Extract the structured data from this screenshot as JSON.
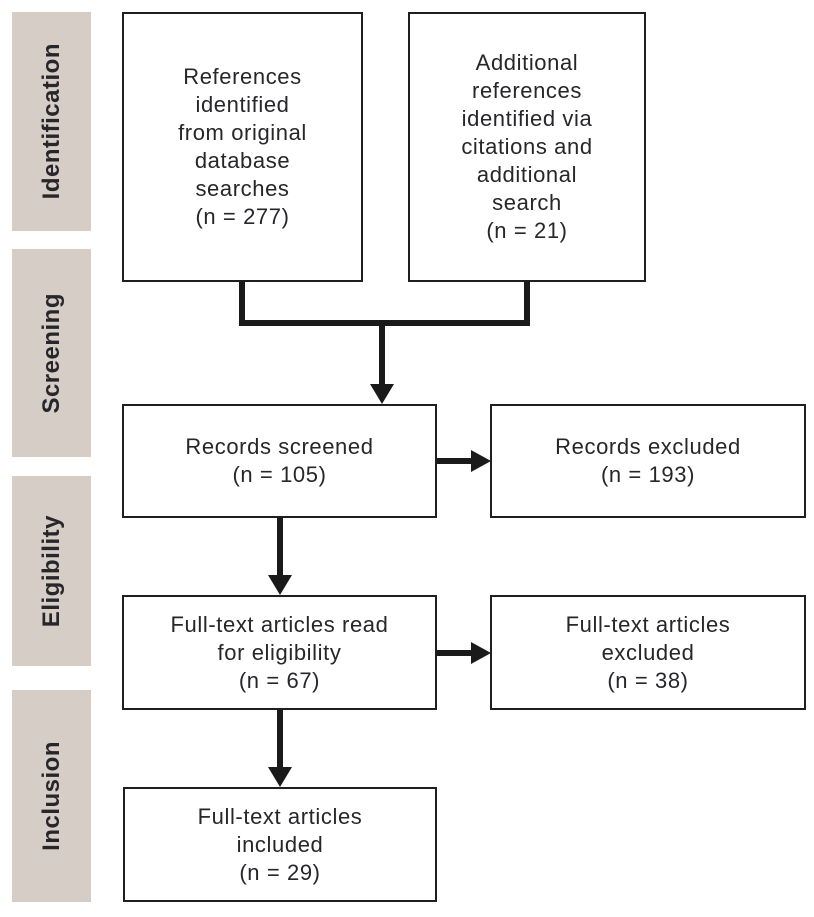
{
  "diagram": {
    "type": "prisma-flow",
    "stages": [
      {
        "label": "Identification"
      },
      {
        "label": "Screening"
      },
      {
        "label": "Eligibility"
      },
      {
        "label": "Inclusion"
      }
    ],
    "nodes": {
      "references_identified": {
        "text": "References\nidentified\nfrom original\ndatabase\nsearches\n(n = 277)",
        "n": 277
      },
      "additional_references": {
        "text": "Additional\nreferences\nidentified via\ncitations and\nadditional\nsearch\n(n = 21)",
        "n": 21
      },
      "records_screened": {
        "text": "Records screened\n(n = 105)",
        "n": 105
      },
      "records_excluded": {
        "text": "Records excluded\n(n = 193)",
        "n": 193
      },
      "fulltext_read": {
        "text": "Full-text articles read\nfor eligibility\n(n = 67)",
        "n": 67
      },
      "fulltext_excluded": {
        "text": "Full-text articles\nexcluded\n(n = 38)",
        "n": 38
      },
      "fulltext_included": {
        "text": "Full-text articles\nincluded\n(n = 29)",
        "n": 29
      }
    },
    "colors": {
      "stage_label_bg": "#d6cec6",
      "box_border": "#1f1f23",
      "text": "#26262b",
      "arrow": "#1a1a1a",
      "background": "#ffffff"
    }
  }
}
